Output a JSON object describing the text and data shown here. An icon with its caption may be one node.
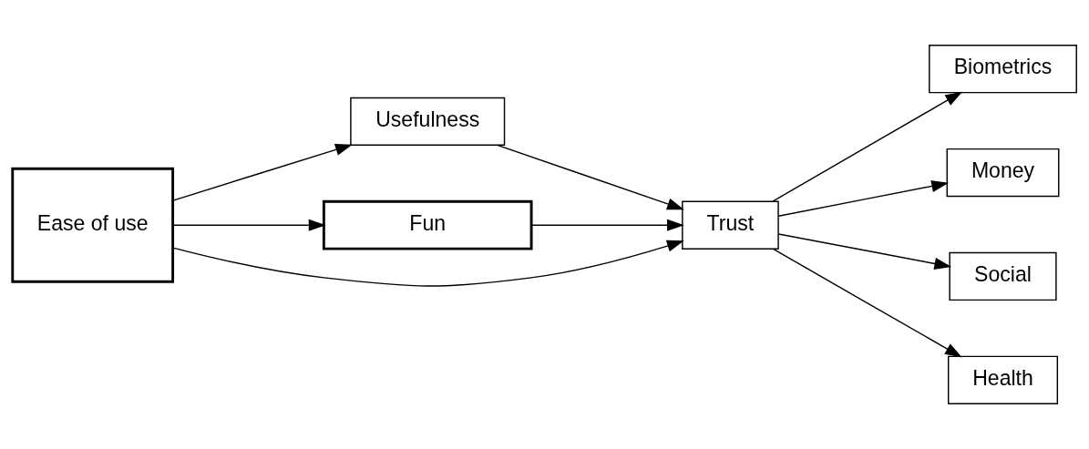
{
  "diagram": {
    "nodes": [
      {
        "text": [
          "Ease of use"
        ]
      },
      {
        "text": [
          "Usefulness"
        ]
      },
      {
        "text": [
          "Fun"
        ]
      },
      {
        "text": [
          "Trust"
        ]
      },
      {
        "text": [
          "Biometrics"
        ]
      },
      {
        "text": [
          "Money"
        ]
      },
      {
        "text": [
          "Social"
        ]
      },
      {
        "text": [
          "Health"
        ]
      }
    ],
    "edges": [
      {
        "from": 0,
        "to": 1,
        "arrow": "to"
      },
      {
        "from": 0,
        "to": 3,
        "arrow": "to"
      },
      {
        "from": 0,
        "to": 2,
        "arrow": "to"
      },
      {
        "from": 1,
        "to": 3,
        "arrow": "to"
      },
      {
        "from": 2,
        "to": 3,
        "arrow": "to"
      },
      {
        "from": 3,
        "to": 4,
        "arrow": "to"
      },
      {
        "from": 3,
        "to": 5,
        "arrow": "to"
      },
      {
        "from": 3,
        "to": 6,
        "arrow": "to"
      },
      {
        "from": 3,
        "to": 7,
        "arrow": "to"
      }
    ]
  }
}
